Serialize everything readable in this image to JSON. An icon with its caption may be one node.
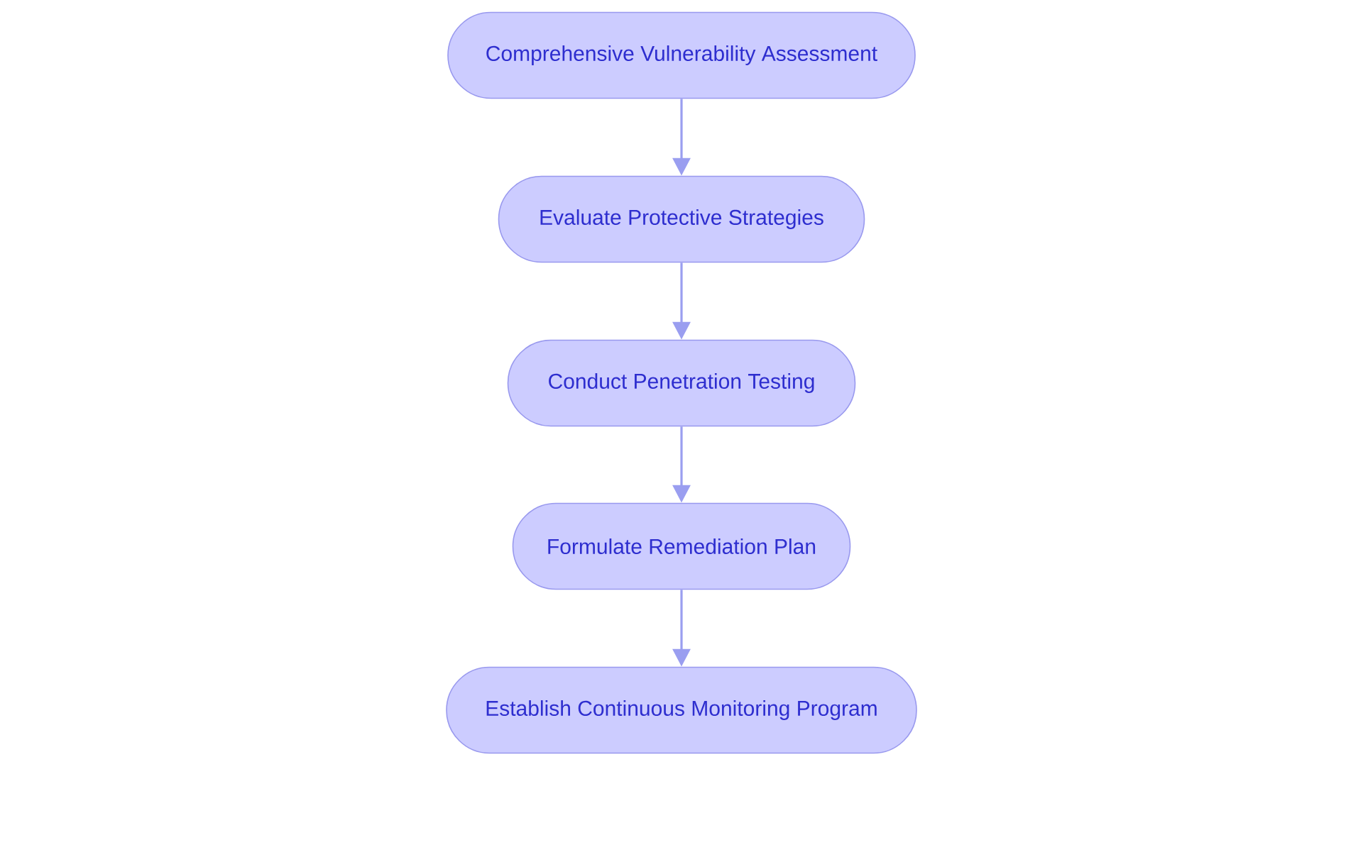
{
  "diagram": {
    "nodes": [
      {
        "text": [
          "Comprehensive Vulnerability Assessment"
        ]
      },
      {
        "text": [
          "Evaluate Protective Strategies"
        ]
      },
      {
        "text": [
          "Conduct Penetration Testing"
        ]
      },
      {
        "text": [
          "Formulate Remediation Plan"
        ]
      },
      {
        "text": [
          "Establish Continuous Monitoring Program"
        ]
      }
    ],
    "edges": [
      {
        "from": 0,
        "to": 1,
        "arrow": "to"
      },
      {
        "from": 1,
        "to": 2,
        "arrow": "to"
      },
      {
        "from": 2,
        "to": 3,
        "arrow": "to"
      },
      {
        "from": 3,
        "to": 4,
        "arrow": "to"
      }
    ]
  }
}
